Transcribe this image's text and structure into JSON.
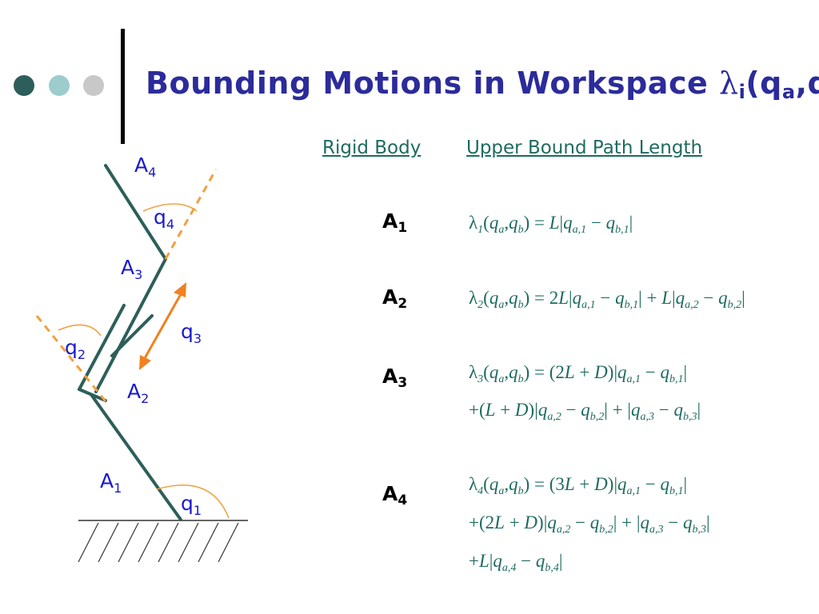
{
  "header": {
    "title_text": "Bounding Motions in Workspace ",
    "title_lambda": "λ",
    "title_lambda_sub": "i",
    "title_open": "(q",
    "title_qa_sub": "a",
    "title_comma": ",q",
    "title_qb_sub": "b",
    "title_close": ")"
  },
  "table": {
    "col_rigid_body": "Rigid Body",
    "col_upper_bound": "Upper Bound Path Length",
    "rows": [
      {
        "label": "A",
        "sub": "1"
      },
      {
        "label": "A",
        "sub": "2"
      },
      {
        "label": "A",
        "sub": "3"
      },
      {
        "label": "A",
        "sub": "4"
      }
    ]
  },
  "diagram": {
    "labels": [
      {
        "text": "A",
        "sub": "4"
      },
      {
        "text": "q",
        "sub": "4"
      },
      {
        "text": "A",
        "sub": "3"
      },
      {
        "text": "q",
        "sub": "3"
      },
      {
        "text": "q",
        "sub": "2"
      },
      {
        "text": "A",
        "sub": "2"
      },
      {
        "text": "A",
        "sub": "1"
      },
      {
        "text": "q",
        "sub": "1"
      }
    ]
  },
  "colors": {
    "title": "#2b2b9b",
    "heading": "#1e6b60",
    "link": "#2d5f5a",
    "joint": "#f0a040",
    "arrow": "#f08020",
    "label": "#1a1acc",
    "dot1": "#2e5e5b",
    "dot2": "#9ccccc",
    "dot3": "#c8c8c8"
  }
}
